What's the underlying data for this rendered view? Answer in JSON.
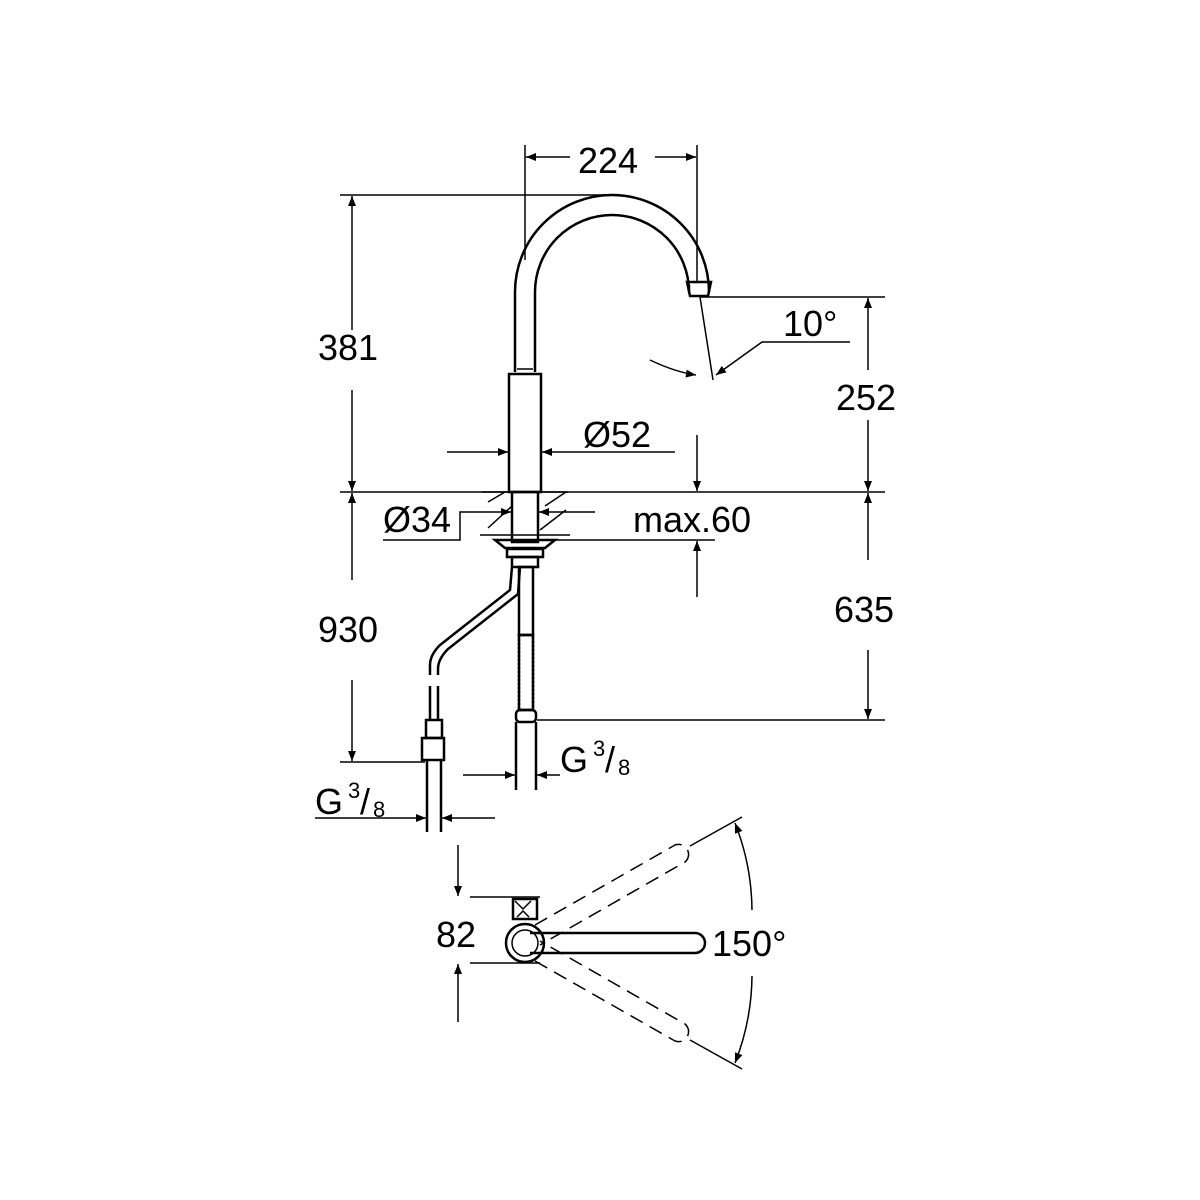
{
  "drawing": {
    "dimensions": {
      "spout_reach": "224",
      "height_above_deck": "381",
      "spout_angle": "10°",
      "spout_outlet_height": "252",
      "body_diameter": "Ø52",
      "mount_diameter": "Ø34",
      "max_deck_thickness": "max.60",
      "hose_length": "930",
      "supply_length": "635",
      "base_depth": "82",
      "swivel_angle": "150°"
    },
    "connections": [
      {
        "letter": "G",
        "numerator": "3",
        "slash": "/",
        "denominator": "8"
      },
      {
        "letter": "G",
        "numerator": "3",
        "slash": "/",
        "denominator": "8"
      }
    ]
  }
}
